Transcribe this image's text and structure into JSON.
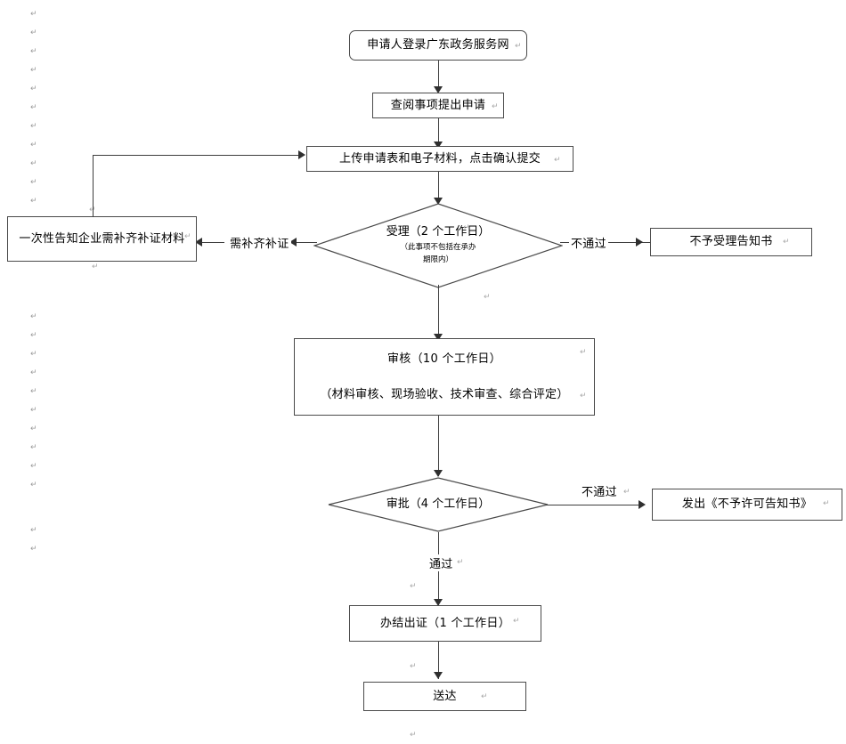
{
  "document": {
    "title": "广东政务服务网行政许可办理流程图",
    "type": "flowchart",
    "background_color": "#ffffff",
    "line_color": "#3d3d3d",
    "text_color": "#000000",
    "mark_color": "#9a9a9a"
  },
  "nodes": [
    {
      "id": "login",
      "shape": "rounded-rect",
      "lines": [
        "申请人登录广东政务服务网"
      ],
      "trailing_mark": "↵"
    },
    {
      "id": "browse",
      "shape": "rect",
      "lines": [
        "查阅事项提出申请"
      ],
      "trailing_mark": "↵"
    },
    {
      "id": "upload",
      "shape": "rect",
      "lines": [
        "上传申请表和电子材料，点击确认提交"
      ],
      "trailing_mark": "↵"
    },
    {
      "id": "accept",
      "shape": "diamond",
      "lines": [
        "受理（2 个工作日）"
      ],
      "sub_lines": [
        "（此事项不包括在承办",
        "期限内）"
      ],
      "trailing_mark": "↵"
    },
    {
      "id": "notify-supplement",
      "shape": "rect",
      "lines": [
        "一次性告知企业需补齐补证材料"
      ],
      "trailing_mark": "↵"
    },
    {
      "id": "reject-accept-notice",
      "shape": "rect",
      "lines": [
        "不予受理告知书"
      ],
      "trailing_mark": "↵"
    },
    {
      "id": "review",
      "shape": "rect",
      "lines": [
        "审核（10 个工作日）",
        "（材料审核、现场验收、技术审查、综合评定）"
      ],
      "trailing_mark": "↵"
    },
    {
      "id": "approval",
      "shape": "diamond",
      "lines": [
        "审批（4 个工作日）"
      ],
      "trailing_mark": "↵"
    },
    {
      "id": "issue-reject-license",
      "shape": "rect",
      "lines": [
        "发出《不予许可告知书》"
      ],
      "trailing_mark": "↵"
    },
    {
      "id": "complete",
      "shape": "rect",
      "lines": [
        "办结出证（1 个工作日）"
      ],
      "trailing_mark": "↵"
    },
    {
      "id": "deliver",
      "shape": "rect",
      "lines": [
        "送达"
      ],
      "trailing_mark": "↵"
    }
  ],
  "labels": {
    "login": "申请人登录广东政务服务网",
    "browse": "查阅事项提出申请",
    "upload": "上传申请表和电子材料，点击确认提交",
    "accept_main": "受理（2 个工作日）",
    "accept_sub1": "（此事项不包括在承办",
    "accept_sub2": "期限内）",
    "notify_supplement": "一次性告知企业需补齐补证材料",
    "reject_accept_notice": "不予受理告知书",
    "review_main": "审核（10 个工作日）",
    "review_sub": "（材料审核、现场验收、技术审查、综合评定）",
    "approval": "审批（4 个工作日）",
    "issue_reject_license": "发出《不予许可告知书》",
    "complete": "办结出证（1 个工作日）",
    "deliver": "送达"
  },
  "edges": [
    {
      "id": "accept-to-supplement",
      "label": "需补齐补证",
      "direction": "left"
    },
    {
      "id": "accept-to-reject",
      "label": "不通过",
      "direction": "right"
    },
    {
      "id": "approval-to-reject",
      "label": "不通过",
      "direction": "right"
    },
    {
      "id": "approval-to-complete",
      "label": "通过",
      "direction": "down"
    }
  ],
  "edge_labels": {
    "need_supplement": "需补齐补证",
    "not_passed_accept": "不通过",
    "not_passed_approval": "不通过",
    "passed": "通过"
  },
  "marks": {
    "paragraph": "↵",
    "note": "Word formatting paragraph/line-break marks shown along left margin and beside nodes"
  }
}
